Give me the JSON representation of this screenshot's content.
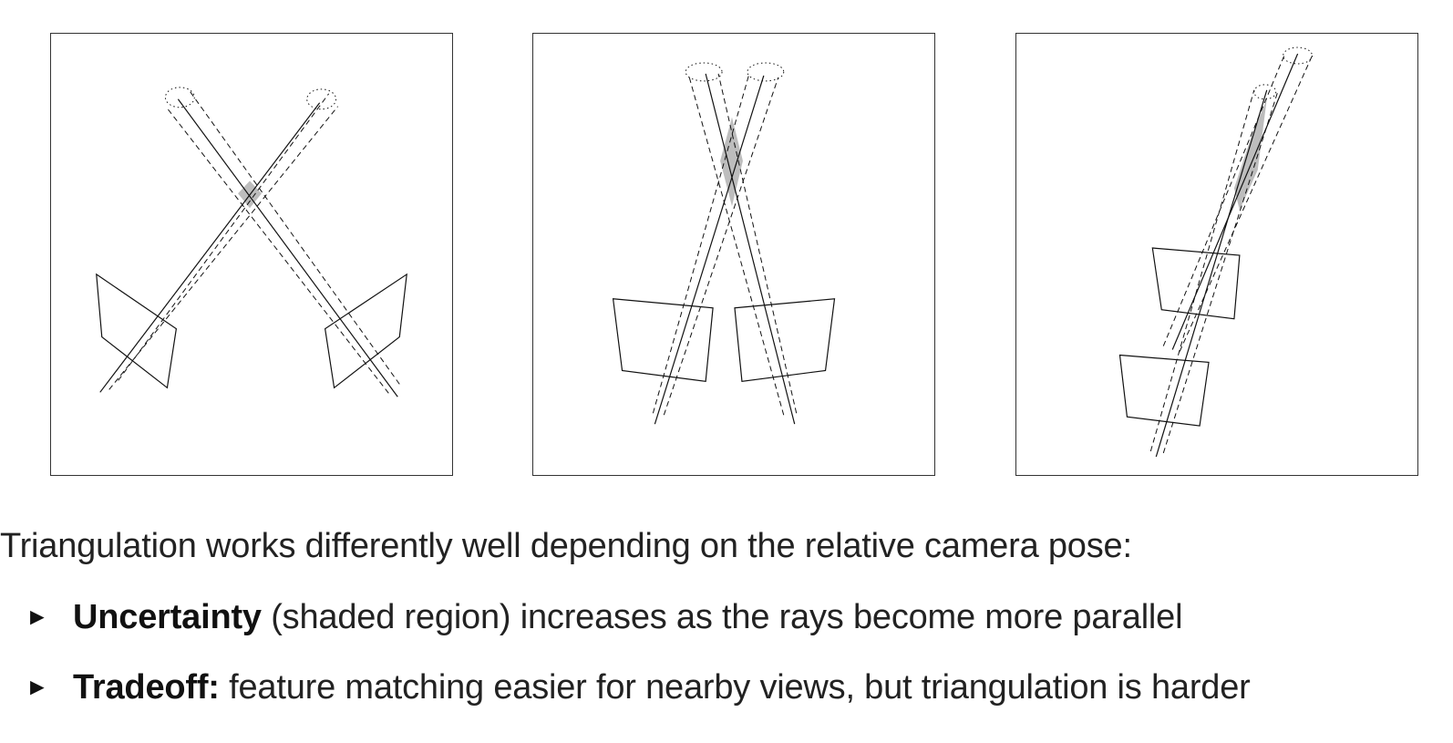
{
  "caption": "Triangulation works differently well depending on the relative camera pose:",
  "bullets": [
    {
      "marker": "►",
      "bold": "Uncertainty",
      "text": " (shaded region) increases as the rays become more parallel"
    },
    {
      "marker": "►",
      "bold": "Tradeoff:",
      "text": " feature matching easier for nearby views, but triangulation is harder"
    }
  ],
  "colors": {
    "line": "#111111",
    "uncertainty_shade": "#bdbdbd",
    "text": "#222222"
  }
}
